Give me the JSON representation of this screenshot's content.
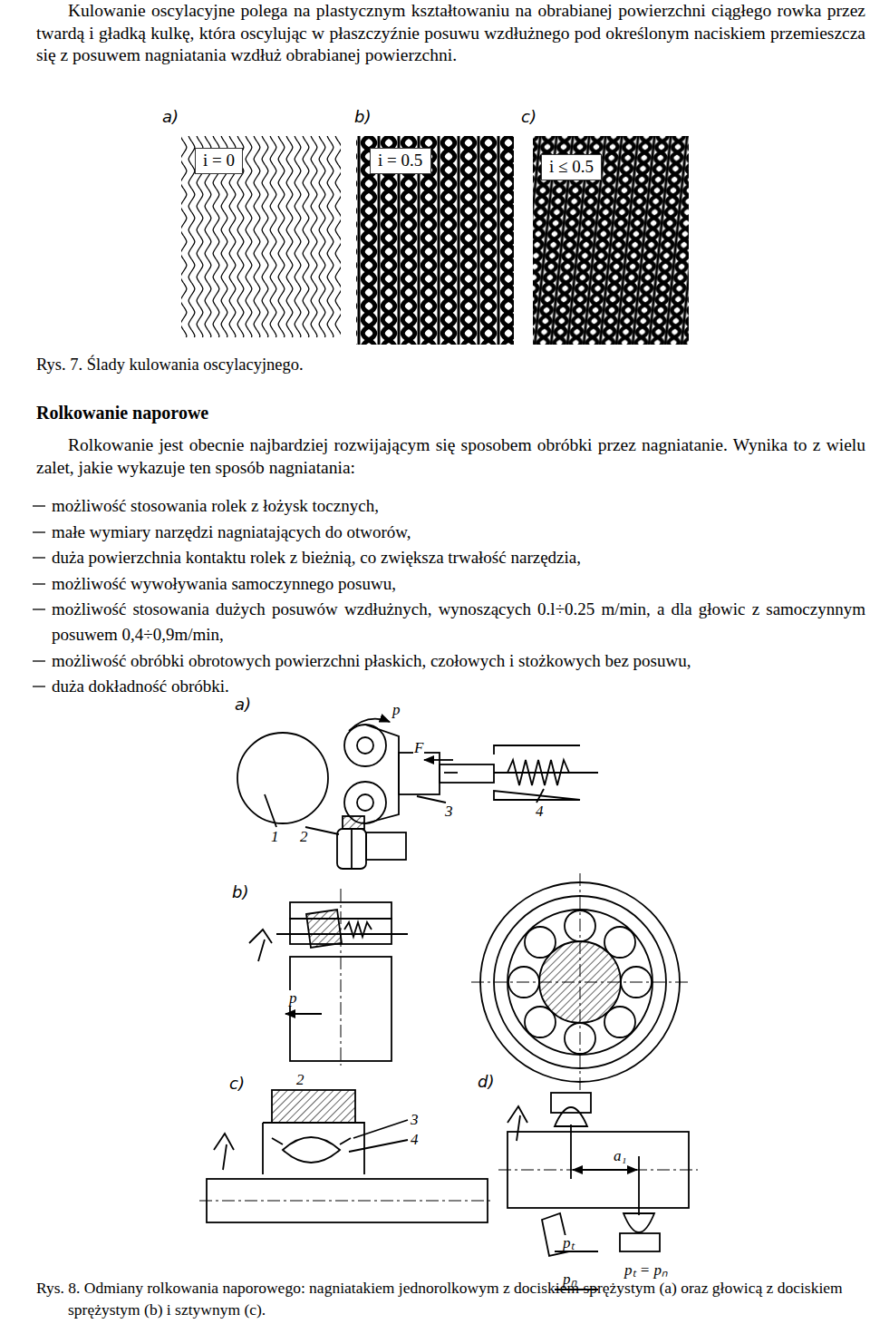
{
  "diagram": {
    "caption": "Rys. 8. Odmiany rolkowania naporowego: nagniatakiem jednorolkowym z dociskiem sprężystym (a) oraz głowicą z dociskiem sprężystym (b) i sztywnym (c).",
    "nodes": [
      {
        "text": [
          "i = 0"
        ]
      },
      {
        "text": [
          "i = 0.5"
        ]
      },
      {
        "text": [
          "i ≤ 0.5"
        ]
      }
    ],
    "labels": [
      "Kulowanie oscylacyjne polega na plastycznym kształtowaniu na obrabianej powierzchni ciągłego rowka przez twardą i gładką kulkę, która oscylując w płaszczyźnie posuwu wzdłużnego pod określonym naciskiem przemieszcza się z posuwem nagniatania wzdłuż obrabianej powierzchni.",
      "a)",
      "b)",
      "c)",
      "Rys. 7. Ślady kulowania oscylacyjnego.",
      "Rolkowanie naporowe",
      "Rolkowanie jest obecnie najbardziej rozwijającym się sposobem obróbki przez nagniatanie. Wynika to z wielu zalet, jakie wykazuje ten sposób nagniatania:",
      "możliwość stosowania rolek z łożysk tocznych,",
      "małe wymiary narzędzi nagniatających do otworów,",
      "duża powierzchnia kontaktu rolek z bieżnią, co zwiększa trwałość narzędzia,",
      "możliwość wywoływania samoczynnego posuwu,",
      "możliwość stosowania dużych posuwów wzdłużnych, wynoszących 0.l÷0.25 m/min, a dla głowic z samoczynnym posuwem 0,4÷0,9m/min,",
      "możliwość obróbki obrotowych powierzchni płaskich, czołowych i stożkowych bez posuwu,",
      "duża dokładność obróbki.",
      "a)",
      "p",
      "F",
      "1",
      "2",
      "3",
      "4",
      "b)",
      "p",
      "c)",
      "2",
      "3",
      "4",
      "d)",
      "a₁",
      "pₜ",
      "pₙ",
      "pₜ = pₙ"
    ]
  }
}
